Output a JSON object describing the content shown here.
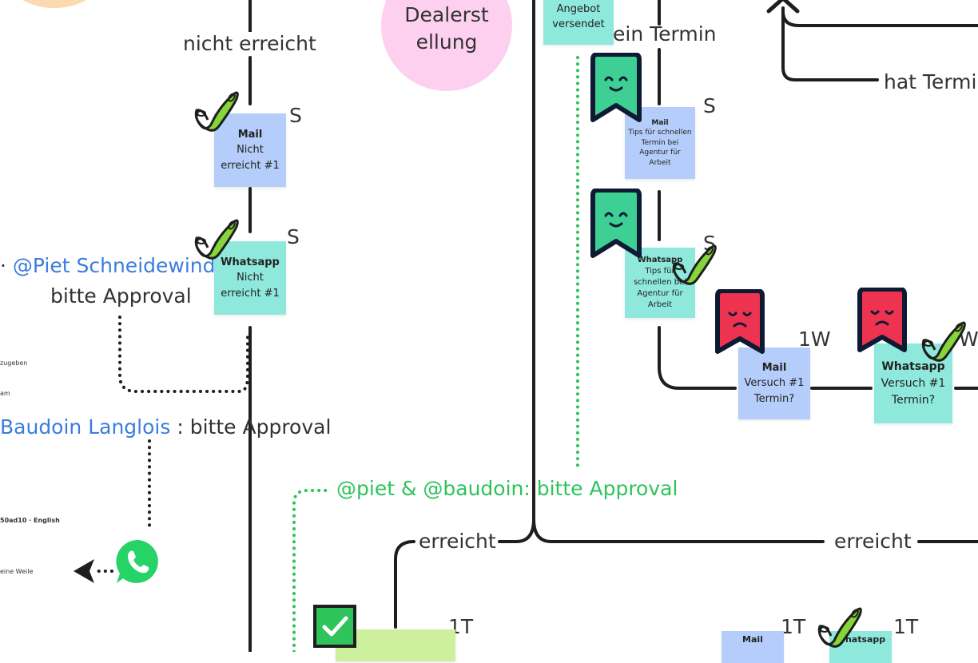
{
  "stages": {
    "dealerstellung_line1": "Dealerst",
    "dealerstellung_line2": "ellung"
  },
  "labels": {
    "nicht_erreicht": "nicht erreicht",
    "ein_termin": "ein Termin",
    "hat_termin": "hat Termi",
    "erreicht_left": "erreicht",
    "erreicht_right": "erreicht",
    "bitte_approval": "bitte Approval",
    "bitte_approval_2": ": bitte Approval",
    "piet_baudoin_approval": "@piet & @baudoin: bitte Approval"
  },
  "mentions": {
    "piet": "@Piet Schneidewind",
    "baudoin": "Baudoin Langlois"
  },
  "timing": {
    "s1": "S",
    "s2": "S",
    "s3": "S",
    "s4": "S",
    "w1": "1W",
    "w2": "W",
    "t1": "1T",
    "t2": "1T",
    "t3": "1T"
  },
  "stickies": {
    "angebot": {
      "line1": "Angebot",
      "line2": "versendet"
    },
    "mail_nicht": {
      "title": "Mail",
      "line1": "Nicht",
      "line2": "erreicht #1"
    },
    "wa_nicht": {
      "title": "Whatsapp",
      "line1": "Nicht",
      "line2": "erreicht #1"
    },
    "mail_tips": {
      "title": "Mail",
      "line1": "Tips für schnellen",
      "line2": "Termin bei",
      "line3": "Agentur für",
      "line4": "Arbeit"
    },
    "wa_tips": {
      "title": "Whatsapp",
      "line1": "Tips für",
      "line2": "schnellen bei",
      "line3": "Agentur für",
      "line4": "Arbeit"
    },
    "mail_versuch": {
      "title": "Mail",
      "line1": "Versuch #1",
      "line2": "Termin?"
    },
    "wa_versuch": {
      "title": "Whatsapp",
      "line1": "Versuch #1",
      "line2": "Termin?"
    },
    "mail_bottom": {
      "title": "Mail"
    },
    "wa_bottom": {
      "title": "Whatsapp"
    }
  },
  "side_fragments": {
    "f1": "zugeben",
    "f2": "am",
    "f3": "50ad10 · English",
    "f4": "eine Weile"
  },
  "icons": [
    "check-stamp-icon",
    "happy-bookmark-icon",
    "sad-bookmark-icon",
    "whatsapp-icon",
    "checkbox-checked-icon",
    "arrow-up-icon",
    "arrow-left-icon"
  ],
  "colors": {
    "line": "#1e1e1e",
    "mention_blue": "#3b7ddd",
    "approval_green": "#2ec35b",
    "sticky_blue": "#b5cdfa",
    "sticky_teal": "#8fe8dc",
    "sticky_lime": "#ccf09e",
    "circle_pink": "#fdd0f0",
    "circle_peach": "#fcd9b0",
    "happy_green": "#3ecf94",
    "sad_red": "#ee3350",
    "check_lime": "#86d53a",
    "whatsapp_green": "#25d366"
  }
}
